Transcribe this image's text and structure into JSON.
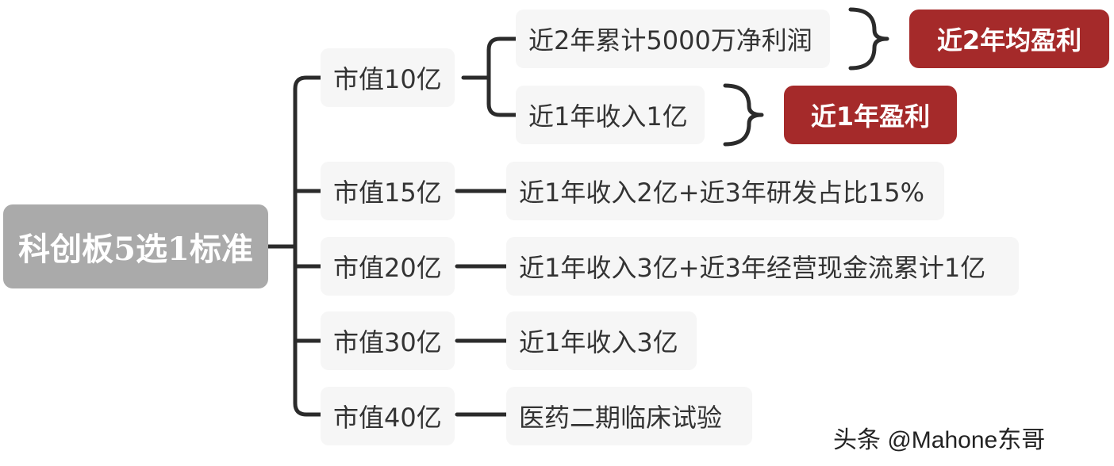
{
  "root": {
    "label": "科创板5选1标准"
  },
  "branches": [
    {
      "cap": "市值10亿",
      "conditions": [
        "近2年累计5000万净利润",
        "近1年收入1亿"
      ],
      "outcomes": [
        "近2年均盈利",
        "近1年盈利"
      ]
    },
    {
      "cap": "市值15亿",
      "conditions": [
        "近1年收入2亿+近3年研发占比15%"
      ]
    },
    {
      "cap": "市值20亿",
      "conditions": [
        "近1年收入3亿+近3年经营现金流累计1亿"
      ]
    },
    {
      "cap": "市值30亿",
      "conditions": [
        "近1年收入3亿"
      ]
    },
    {
      "cap": "市值40亿",
      "conditions": [
        "医药二期临床试验"
      ]
    }
  ],
  "watermark": "头条 @Mahone东哥",
  "colors": {
    "root_bg": "#aaaaaa",
    "node_bg": "#f6f6f6",
    "connector": "#2b2b2b",
    "outcome_bg": "#a52a2a",
    "text": "#333333"
  }
}
